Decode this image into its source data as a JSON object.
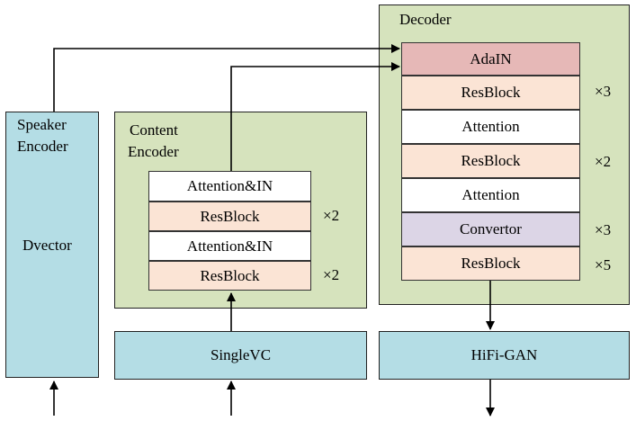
{
  "speaker_encoder": {
    "title_line1": "Speaker",
    "title_line2": "Encoder",
    "body": "Dvector"
  },
  "content_encoder": {
    "title_line1": "Content",
    "title_line2": "Encoder",
    "blocks": [
      "Attention&IN",
      "ResBlock",
      "Attention&IN",
      "ResBlock"
    ],
    "mult1": "×2",
    "mult2": "×2"
  },
  "decoder": {
    "title": "Decoder",
    "blocks": [
      "AdaIN",
      "ResBlock",
      "Attention",
      "ResBlock",
      "Attention",
      "Convertor",
      "ResBlock"
    ],
    "mults": [
      "×3",
      "×2",
      "×3",
      "×5"
    ]
  },
  "singlevc": "SingleVC",
  "hifigan": "HiFi-GAN"
}
